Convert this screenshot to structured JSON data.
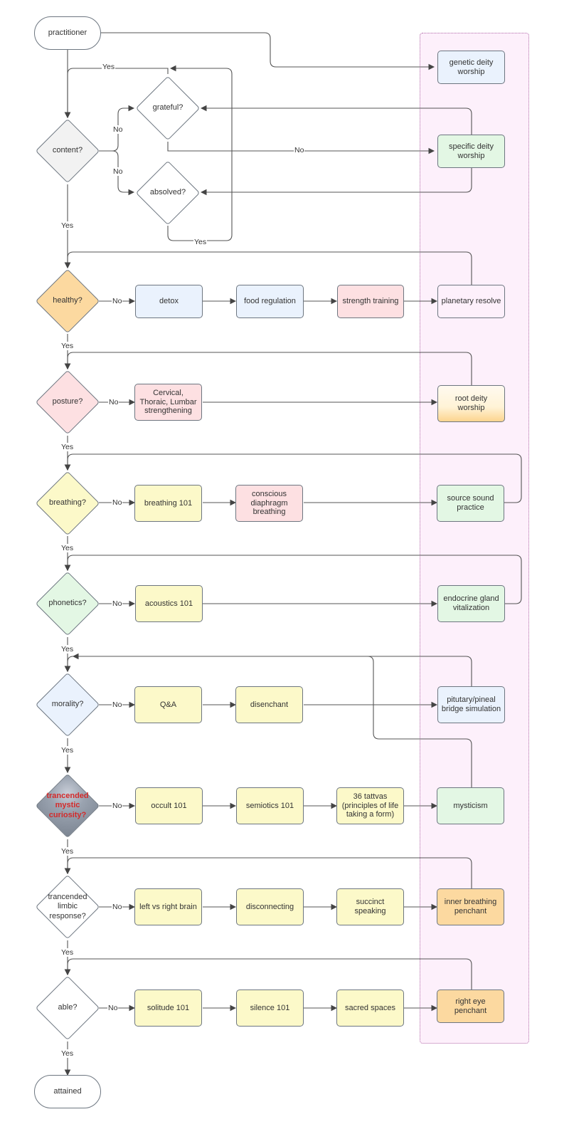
{
  "colors": {
    "blue": "#eaf2fd",
    "green": "#e3f7e4",
    "pink": "#fde0e2",
    "yellow": "#fcf9c9",
    "orange": "#fcd9a0",
    "lane": "#fdf0fb"
  },
  "terminals": {
    "start": "practitioner",
    "end": "attained"
  },
  "decisions": {
    "content": "content?",
    "grateful": "grateful?",
    "absolved": "absolved?",
    "healthy": "healthy?",
    "posture": "posture?",
    "breathing": "breathing?",
    "phonetics": "phonetics?",
    "morality": "morality?",
    "curiosity": "trancended mystic curiosity?",
    "limbic": "trancended limbic response?",
    "able": "able?"
  },
  "steps": {
    "detox": "detox",
    "food": "food regulation",
    "strength": "strength training",
    "spine": "Cervical, Thoraic, Lumbar strengthening",
    "breath101": "breathing 101",
    "diaphragm": "conscious diaphragm breathing",
    "acoustics": "acoustics 101",
    "qa": "Q&A",
    "disenchant": "disenchant",
    "occult": "occult 101",
    "semiotics": "semiotics 101",
    "tattvas": "36 tattvas (principles of life taking a form)",
    "brain": "left vs right brain",
    "disconnect": "disconnecting",
    "succinct": "succinct speaking",
    "solitude": "solitude 101",
    "silence": "silence 101",
    "sacred": "sacred spaces"
  },
  "lane_items": {
    "genetic": "genetic deity worship",
    "specific": "specific deity worship",
    "planetary": "planetary resolve",
    "root": "root deity worship",
    "source": "source sound practice",
    "endocrine": "endocrine gland vitalization",
    "pituitary": "pitutary/pineal bridge simulation",
    "mysticism": "mysticism",
    "inner": "inner breathing penchant",
    "righteye": "right eye penchant"
  },
  "edge_labels": {
    "yes": "Yes",
    "no": "No"
  }
}
